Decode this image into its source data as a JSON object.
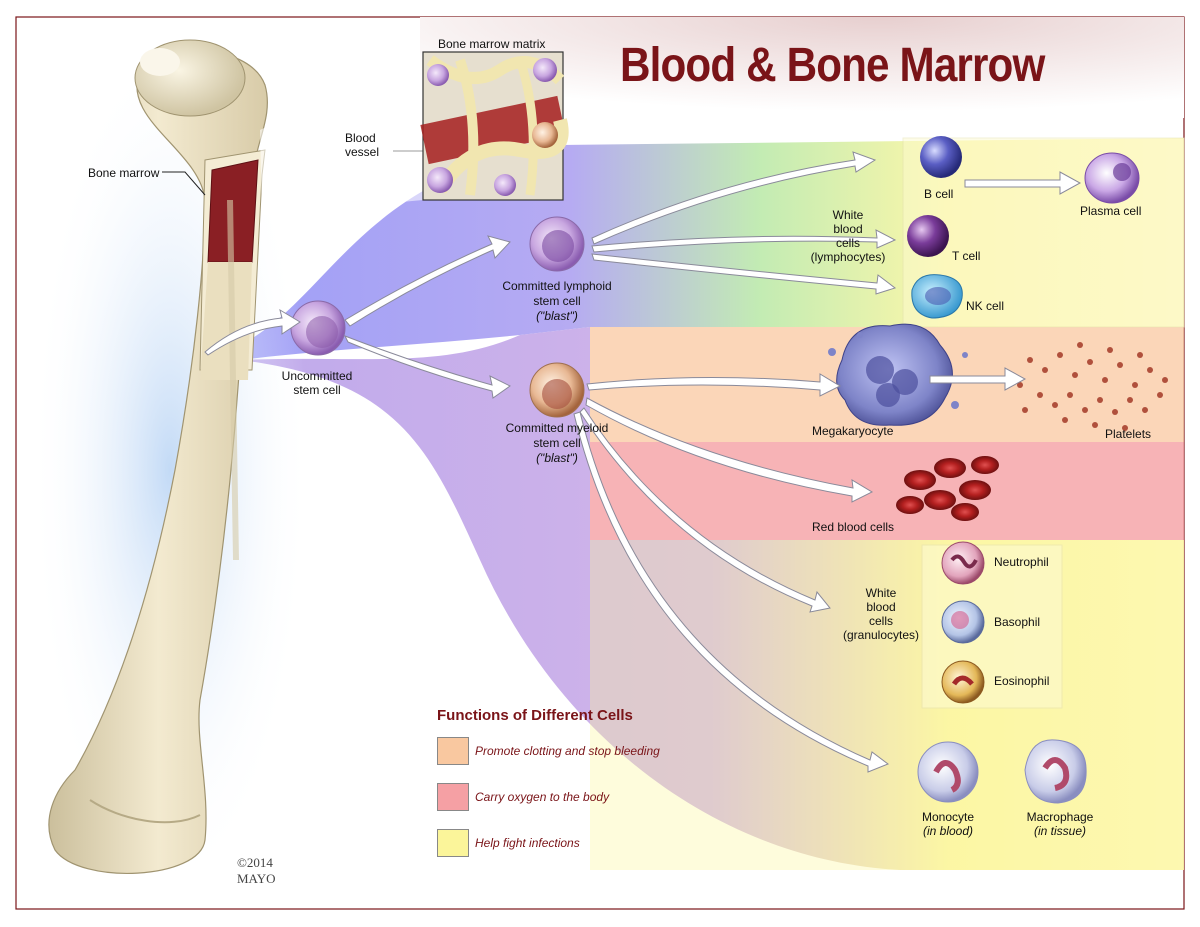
{
  "title": "Blood & Bone Marrow",
  "labels": {
    "bone_marrow_matrix": "Bone marrow matrix",
    "blood_vessel_1": "Blood",
    "blood_vessel_2": "vessel",
    "bone_marrow": "Bone marrow",
    "uncommitted_1": "Uncommitted",
    "uncommitted_2": "stem cell",
    "lymphoid_1": "Committed lymphoid",
    "lymphoid_2": "stem cell",
    "lymphoid_3": "(\"blast\")",
    "myeloid_1": "Committed myeloid",
    "myeloid_2": "stem cell",
    "myeloid_3": "(\"blast\")",
    "wbc_lymph_1": "White",
    "wbc_lymph_2": "blood",
    "wbc_lymph_3": "cells",
    "wbc_lymph_4": "(lymphocytes)",
    "b_cell": "B cell",
    "t_cell": "T cell",
    "nk_cell": "NK cell",
    "plasma_cell": "Plasma cell",
    "megakaryocyte": "Megakaryocyte",
    "platelets": "Platelets",
    "red_blood_cells": "Red blood cells",
    "wbc_gran_1": "White",
    "wbc_gran_2": "blood",
    "wbc_gran_3": "cells",
    "wbc_gran_4": "(granulocytes)",
    "neutrophil": "Neutrophil",
    "basophil": "Basophil",
    "eosinophil": "Eosinophil",
    "monocyte": "Monocyte",
    "monocyte_sub": "(in blood)",
    "macrophage": "Macrophage",
    "macrophage_sub": "(in tissue)"
  },
  "legend": {
    "title": "Functions of Different Cells",
    "items": [
      {
        "label": "Promote clotting and stop bleeding",
        "color": "#f9c8a0"
      },
      {
        "label": "Carry oxygen to the body",
        "color": "#f5a0a4"
      },
      {
        "label": "Help fight infections",
        "color": "#fbf59a"
      }
    ]
  },
  "copyright": {
    "line1": "©2014",
    "line2": "MAYO"
  },
  "colors": {
    "title": "#7a1418",
    "clotting_band": "#f9c8a0",
    "oxygen_band": "#f5a0a4",
    "infection_band": "#fbf59a",
    "bone": "#eee2c4",
    "marrow": "#8a1f24"
  }
}
